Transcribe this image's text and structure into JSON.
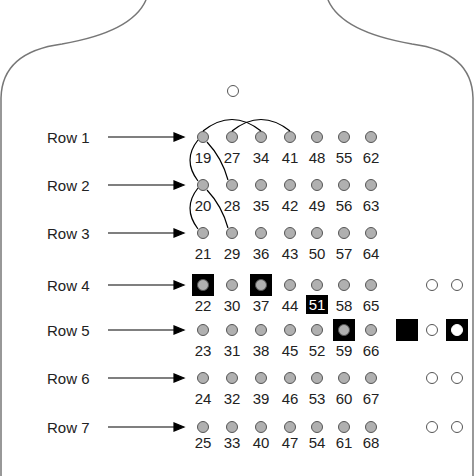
{
  "diagram": {
    "nodes": [
      {
        "text": [
          "51"
        ]
      }
    ],
    "labels": [
      "Row 1",
      "Row 2",
      "Row 3",
      "Row 4",
      "Row 5",
      "Row 6",
      "Row 7",
      "19",
      "27",
      "34",
      "41",
      "48",
      "55",
      "62",
      "20",
      "28",
      "35",
      "42",
      "49",
      "56",
      "63",
      "21",
      "29",
      "36",
      "43",
      "50",
      "57",
      "64",
      "22",
      "30",
      "37",
      "44",
      "58",
      "65",
      "23",
      "31",
      "38",
      "45",
      "52",
      "59",
      "66",
      "24",
      "32",
      "39",
      "46",
      "53",
      "60",
      "67",
      "25",
      "33",
      "40",
      "47",
      "54",
      "61",
      "68"
    ]
  }
}
